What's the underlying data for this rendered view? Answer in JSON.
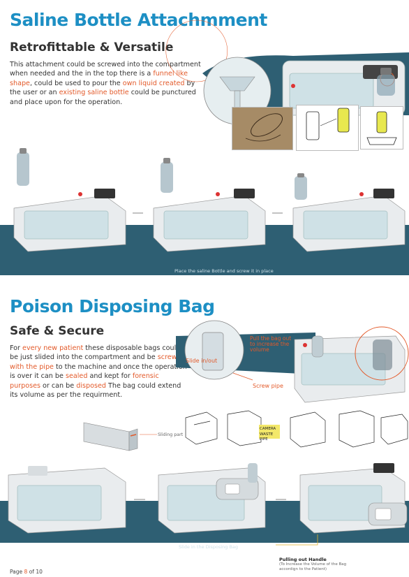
{
  "section1": {
    "title": "Saline Bottle Attachmment",
    "subtitle": "Retrofittable & Versatile",
    "para": {
      "p1": "This attachment could be screwed into the compartment when needed and the in the top there is a ",
      "h1": "funnel like shape",
      "p2": ", could be used to pour the ",
      "h2": "own liquid created",
      "p3": " by the user or an ",
      "h3": "existing saline bottle",
      "p4": " could be punctured and place upon for the operation."
    },
    "caption": "Place the saline Bottle and screw it in place"
  },
  "section2": {
    "title": "Poison Disposing Bag",
    "subtitle": "Safe & Secure",
    "para": {
      "p1": "For ",
      "h1": "every new patient",
      "p2": " these disposable bags could be just slided into the compartment and be ",
      "h2": "screwed with the pipe",
      "p3": " to the machine and once the operation is over it can be ",
      "h3": "sealed",
      "p4": " and kept for ",
      "h4": "forensic purposes",
      "p5": " or can be ",
      "h5": "disposed",
      "p6": " The bag could extend its volume as per the requirment."
    },
    "annotations": {
      "pull_bag": "Pull the bag out to increase the volume",
      "slide_in": "Slide in/out",
      "screw_pipe": "Screw pipe",
      "sliding_part": "Sliding part",
      "sketch_note": "CAMERA WASTE PIPE"
    },
    "caption": "Slide in the Disposing Bag",
    "handle_title": "Pulling out Handle",
    "handle_note": "(To Increase the Volume of the Bag accordign to the Patient)"
  },
  "footer": {
    "prefix": "Page ",
    "current": "8",
    "suffix": " of 10"
  },
  "colors": {
    "heading_blue": "#1d8fc4",
    "highlight_orange": "#e35a2a",
    "band_teal": "#2e5f73"
  }
}
